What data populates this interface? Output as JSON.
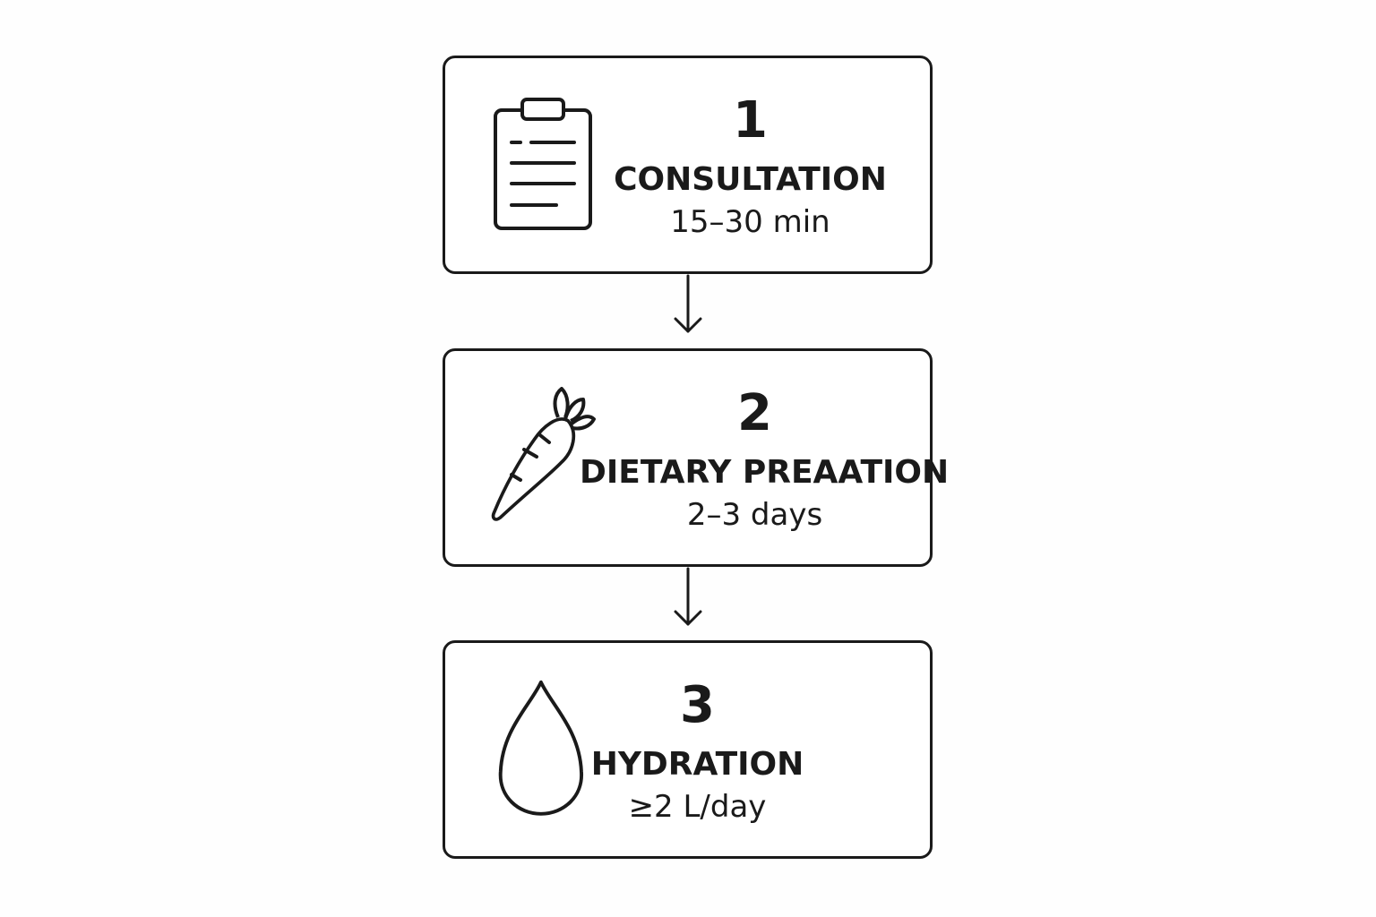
{
  "steps": [
    {
      "number": "1",
      "title": "CONSULTATION",
      "detail": "15–30 min",
      "icon": "clipboard-icon"
    },
    {
      "number": "2",
      "title": "DIETARY PREAATION",
      "detail": "2–3 days",
      "icon": "carrot-icon"
    },
    {
      "number": "3",
      "title": "HYDRATION",
      "detail": "≥2 L/day",
      "icon": "water-drop-icon"
    }
  ],
  "colors": {
    "stroke": "#1a1a1a",
    "background": "#fefefe"
  }
}
